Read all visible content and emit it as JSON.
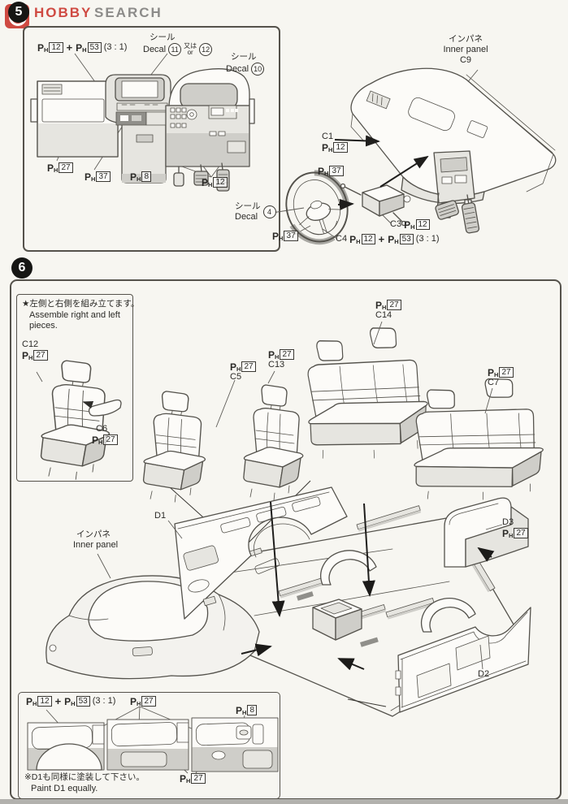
{
  "header": {
    "hobby": "HOBBY",
    "search": "SEARCH"
  },
  "steps": {
    "s5": "5",
    "s6": "6"
  },
  "paint": {
    "p": "P",
    "h": "H",
    "plus": "+",
    "ratio": "(3 : 1)",
    "n8": "8",
    "n12": "12",
    "n27": "27",
    "n37": "37",
    "n53": "53"
  },
  "decal": {
    "jp": "シール",
    "en": "Decal",
    "or_jp": "又は",
    "or_en": "or",
    "c4": "4",
    "c10": "10",
    "c11": "11",
    "c12": "12"
  },
  "step5": {
    "inner_panel_jp": "インパネ",
    "inner_panel_en": "Inner panel",
    "c9": "C9",
    "c1": "C1",
    "c3": "C3",
    "c4": "C4"
  },
  "step6": {
    "note_jp": "★左側と右側を組み立てます。",
    "note_en1": "Assemble right and left",
    "note_en2": "pieces.",
    "c12": "C12",
    "c6": "C6",
    "c5": "C5",
    "c13": "C13",
    "c14": "C14",
    "c7": "C7",
    "d1": "D1",
    "d2": "D2",
    "d3": "D3",
    "inner_panel_jp": "インパネ",
    "inner_panel_en": "Inner panel"
  },
  "bottom": {
    "note_jp": "※D1も同様に塗装して下さい。",
    "note_en": "Paint D1 equally."
  }
}
